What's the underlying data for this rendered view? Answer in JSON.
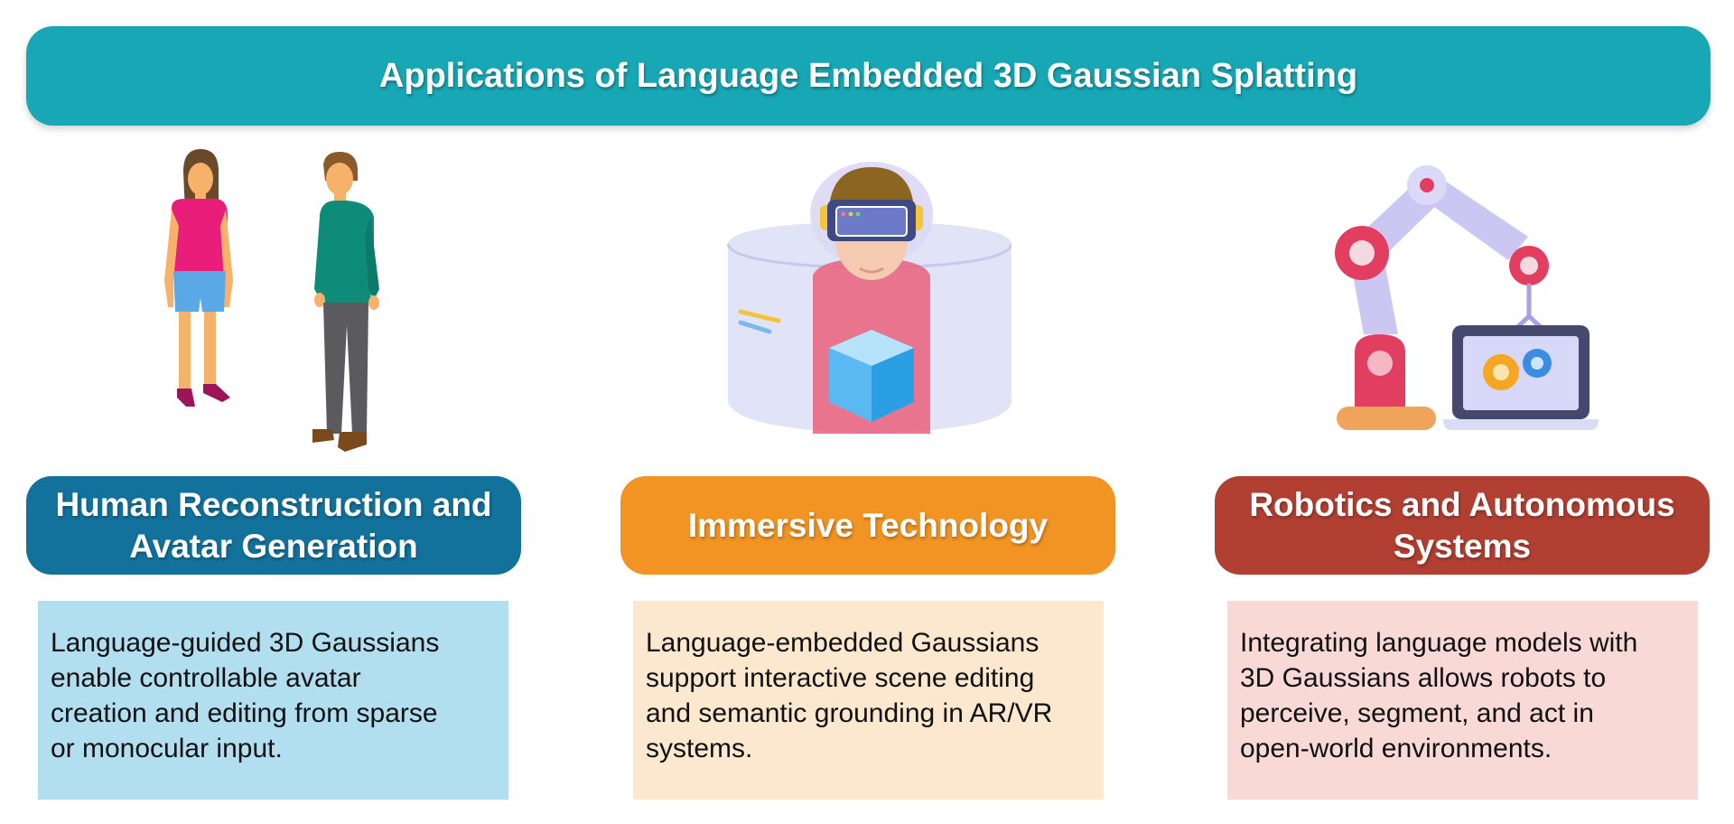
{
  "title": "Applications of Language Embedded 3D Gaussian Splatting",
  "colors": {
    "banner": "#17a7b5",
    "human_pill": "#12729c",
    "human_box": "#b1dff0",
    "immersive_pill": "#f19423",
    "immersive_box": "#fce8cf",
    "robotics_pill": "#b13f32",
    "robotics_box": "#f8d9d6"
  },
  "panels": [
    {
      "icon": "two-people-icon",
      "heading_lines": [
        "Human Reconstruction and",
        "Avatar Generation"
      ],
      "desc_lines": [
        "Language-guided 3D Gaussians",
        "enable controllable avatar",
        "creation and editing from sparse",
        "or monocular input."
      ]
    },
    {
      "icon": "vr-headset-user-icon",
      "heading_lines": [
        "Immersive Technology"
      ],
      "desc_lines": [
        "Language-embedded Gaussians",
        "support interactive scene editing",
        "and semantic grounding in AR/VR",
        "systems."
      ]
    },
    {
      "icon": "robot-arm-laptop-icon",
      "heading_lines": [
        "Robotics and Autonomous",
        "Systems"
      ],
      "desc_lines": [
        "Integrating language models with",
        "3D Gaussians allows robots to",
        "perceive, segment, and act in",
        "open-world environments."
      ]
    }
  ]
}
